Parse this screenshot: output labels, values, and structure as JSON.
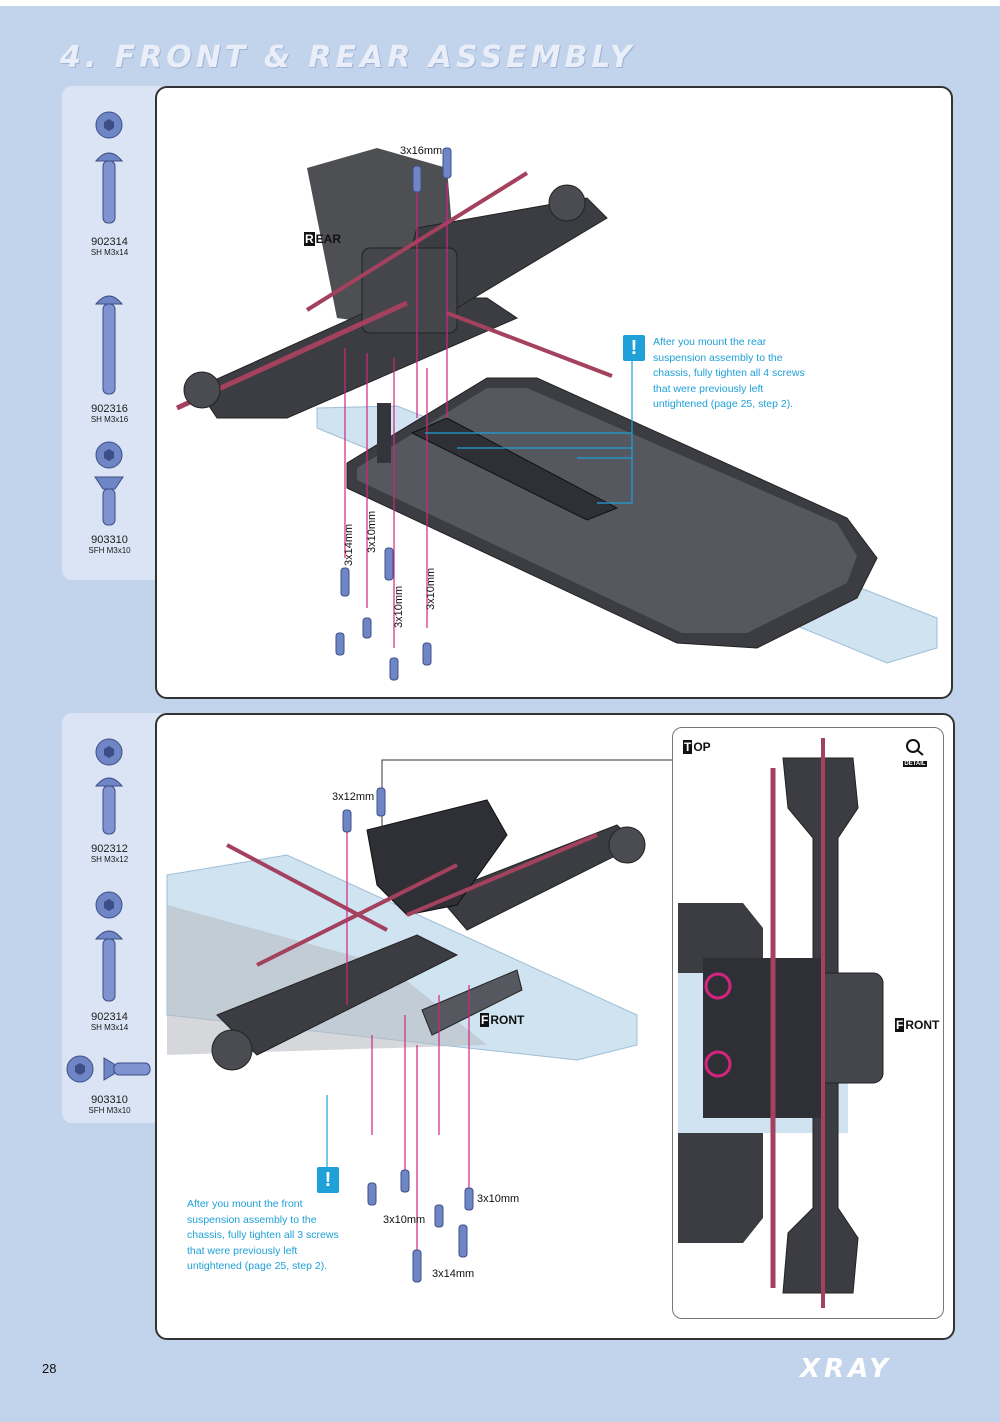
{
  "page": {
    "title": "4. FRONT & REAR ASSEMBLY",
    "page_number": "28",
    "brand": "XRAY"
  },
  "rear_step": {
    "parts": [
      {
        "code": "902314",
        "desc": "SH M3x14",
        "icon": "button-head-screw-icon"
      },
      {
        "code": "902316",
        "desc": "SH M3x16",
        "icon": "button-head-screw-icon"
      },
      {
        "code": "903310",
        "desc": "SFH M3x10",
        "icon": "flat-head-screw-icon"
      }
    ],
    "view_label_initial": "R",
    "view_label_rest": "EAR",
    "screw_labels": {
      "top": "3x16mm",
      "a": "3x14mm",
      "b": "3x10mm",
      "c": "3x10mm",
      "d": "3x10mm"
    },
    "note_icon": "!",
    "note": "After you mount the rear suspension assembly to the chassis, fully tighten all 4 screws that were previously left untightened (page 25, step 2)."
  },
  "front_step": {
    "parts": [
      {
        "code": "902312",
        "desc": "SH M3x12",
        "icon": "button-head-screw-icon"
      },
      {
        "code": "902314",
        "desc": "SH M3x14",
        "icon": "button-head-screw-icon"
      },
      {
        "code": "903310",
        "desc": "SFH M3x10",
        "icon": "flat-head-screw-icon"
      }
    ],
    "view_label_initial": "F",
    "view_label_rest": "RONT",
    "screw_labels": {
      "top": "3x12mm",
      "a": "3x10mm",
      "b": "3x10mm",
      "c": "3x14mm"
    },
    "note_icon": "!",
    "note": "After you mount the front suspension assembly to the chassis, fully tighten all 3 screws that were previously left untightened (page 25, step 2).",
    "inset": {
      "title_initial": "T",
      "title_rest": "OP",
      "front_initial": "F",
      "front_rest": "RONT",
      "detail_badge": "DETAIL"
    }
  },
  "colors": {
    "background": "#c2d3ec",
    "note_blue": "#1ea0d8",
    "screw_blue": "#6f86c6",
    "magenta_guide": "#d4247f",
    "chassis_plate": "#cfe3f1",
    "dark_part": "#3b3d42"
  }
}
